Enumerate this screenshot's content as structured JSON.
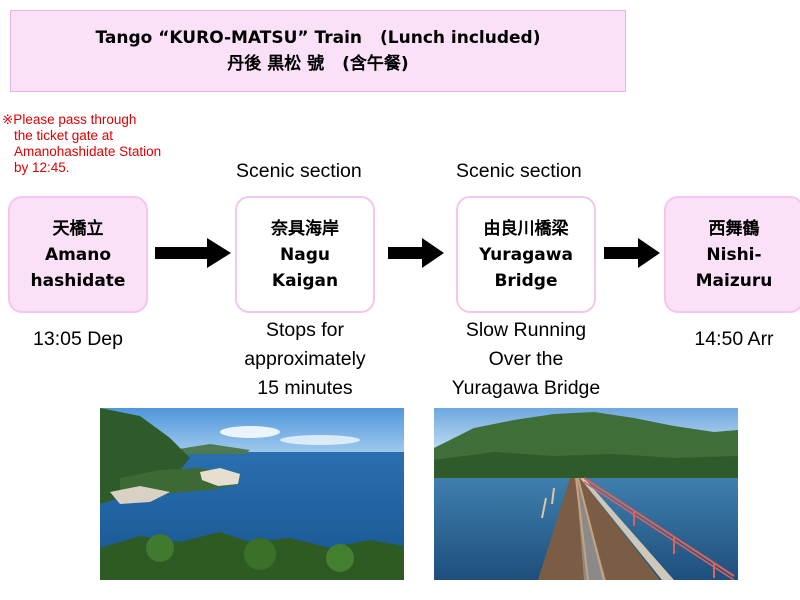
{
  "header": {
    "line1_main": "Tango “KURO-MATSU” Train",
    "line1_paren": "(Lunch included)",
    "line2_main": "丹後 黒松 號",
    "line2_paren": "(含午餐)"
  },
  "note": {
    "line1": "※Please pass through",
    "line2": "the ticket gate at",
    "line3": "Amanohashidate Station",
    "line4": "by 12:45."
  },
  "scenic_labels": [
    "Scenic section",
    "Scenic section"
  ],
  "stations": [
    {
      "jp": "天橋立",
      "en1": "Amano",
      "en2": "hashidate"
    },
    {
      "jp": "奈具海岸",
      "en1": "Nagu",
      "en2": "Kaigan"
    },
    {
      "jp": "由良川橋梁",
      "en1": "Yuragawa",
      "en2": "Bridge"
    },
    {
      "jp": "西舞鶴",
      "en1": "Nishi-",
      "en2": "Maizuru"
    }
  ],
  "captions": {
    "dep": "13:05 Dep",
    "stop1": "Stops for",
    "stop2": "approximately",
    "stop3": "15 minutes",
    "slow1": "Slow Running",
    "slow2": "Over the",
    "slow3": "Yuragawa Bridge",
    "arr": "14:50 Arr"
  },
  "colors": {
    "pink_fill": "#fbe1f8",
    "pink_border": "#f2c6ee",
    "note_red": "#e00000"
  },
  "icons": [
    "right-arrow-icon",
    "right-arrow-icon",
    "right-arrow-icon"
  ]
}
